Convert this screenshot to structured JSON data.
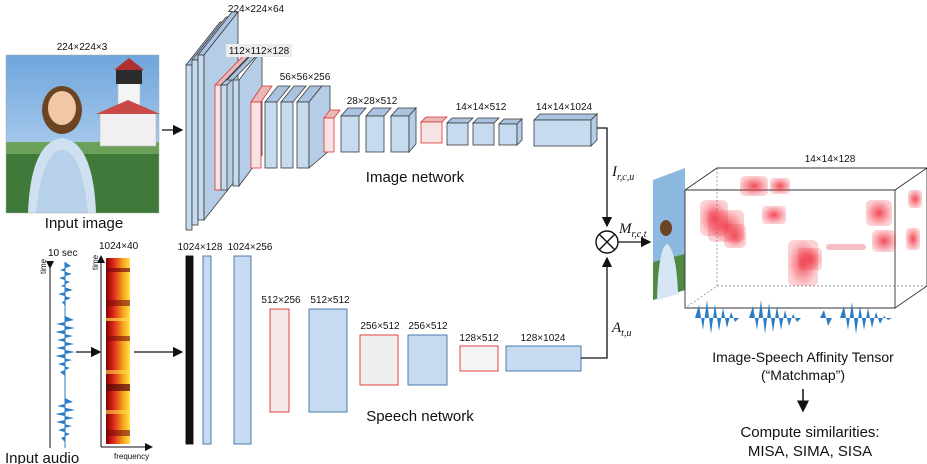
{
  "image_branch": {
    "input_size": "224×224×3",
    "input_caption": "Input image",
    "network_label": "Image network",
    "layer_sizes": [
      "224×224×64",
      "112×112×128",
      "56×56×256",
      "28×28×512",
      "14×14×512",
      "14×14×1024"
    ]
  },
  "speech_branch": {
    "duration": "10 sec",
    "time_axis": "time",
    "spec_size": "1024×40",
    "frequency_axis": "frequency",
    "input_caption": "Input audio",
    "network_label": "Speech network",
    "layer_sizes": [
      "1024×128",
      "1024×256",
      "512×256",
      "512×512",
      "256×512",
      "256×512",
      "128×512",
      "128×1024"
    ]
  },
  "fusion": {
    "image_feature": "I",
    "image_feature_sub": "r,c,u",
    "audio_feature": "A",
    "audio_feature_sub": "t,u",
    "matchmap_symbol": "M",
    "matchmap_sub": "r,c,t",
    "tensor_size": "14×14×128",
    "tensor_caption": "Image-Speech Affinity Tensor",
    "tensor_subcaption": "(“Matchmap”)",
    "output_line1": "Compute similarities:",
    "output_line2": "MISA, SIMA, SISA"
  },
  "colors": {
    "layer_fill": "#c6daf0",
    "layer_stroke": "#3a3a3a",
    "pool_stroke": "#e03030",
    "waveform": "#2a7cc7",
    "heat": "#f03a4a"
  }
}
